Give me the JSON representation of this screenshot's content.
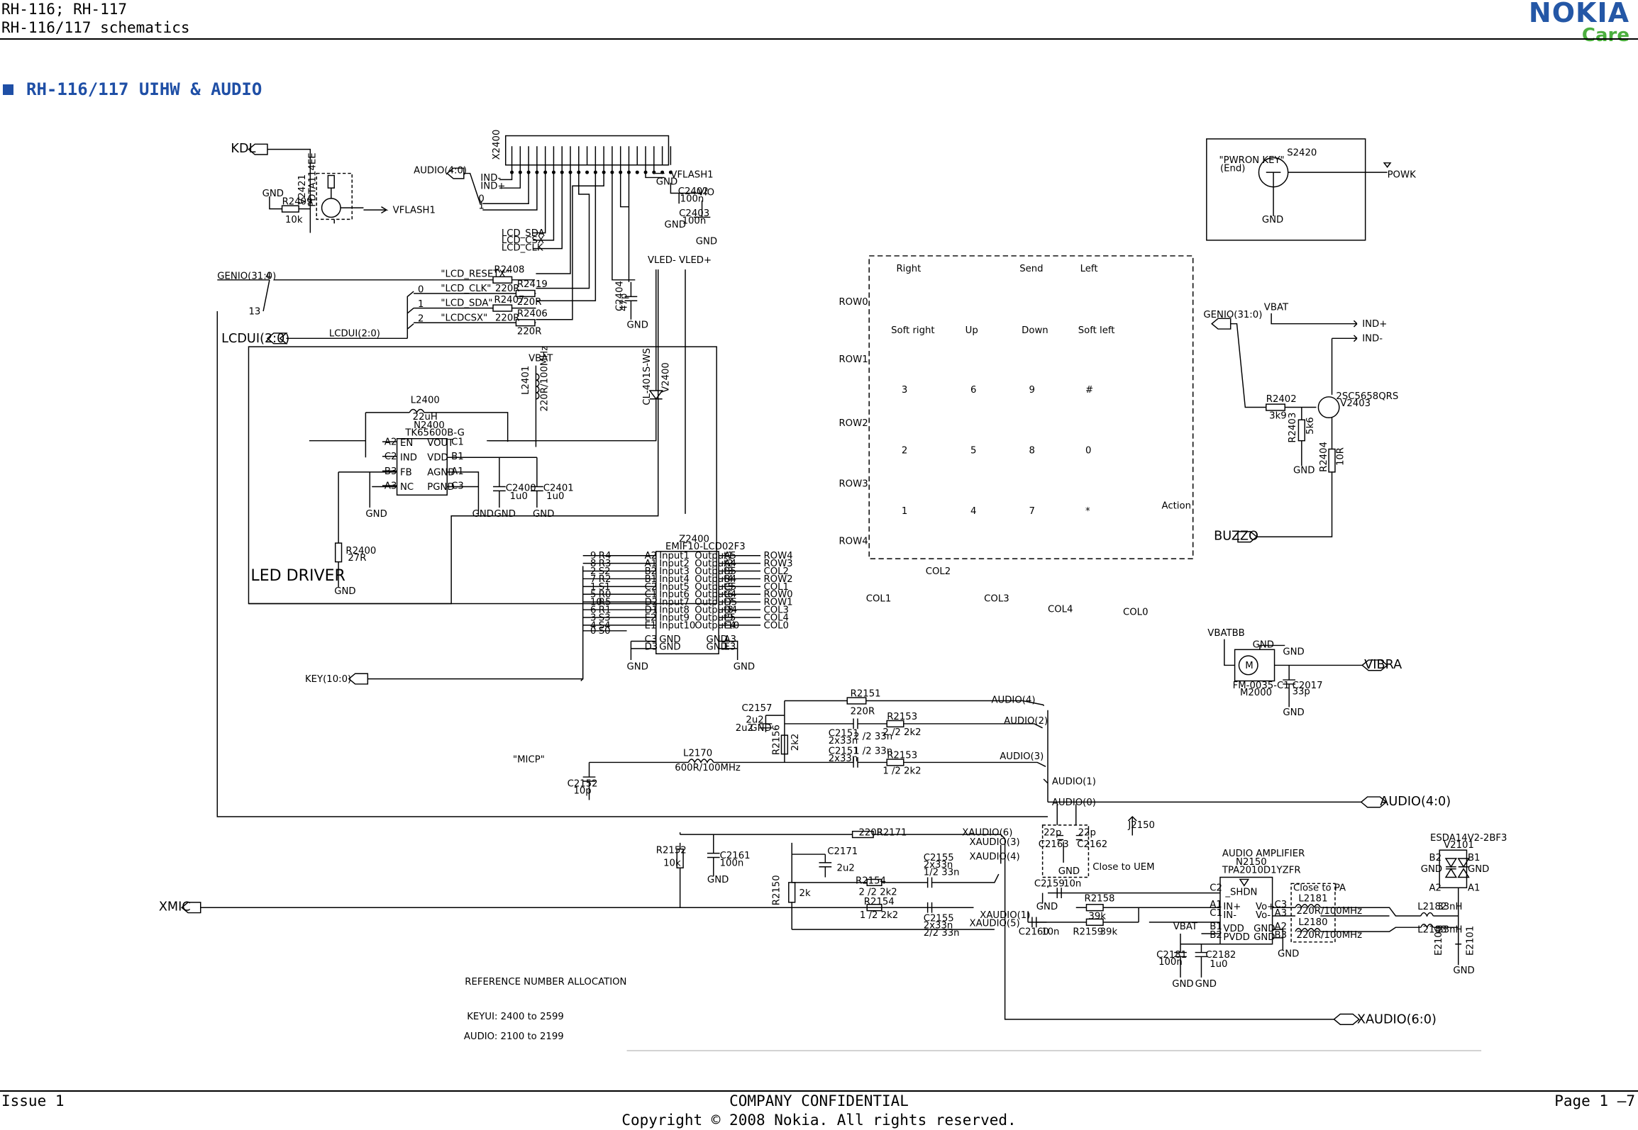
{
  "header": {
    "line1": "RH-116; RH-117",
    "line2": "RH-116/117 schematics",
    "brand": "NOKIA",
    "brand_sub": "Care"
  },
  "section": {
    "title": "RH-116/117 UIHW & AUDIO"
  },
  "footer": {
    "left": "Issue 1",
    "center1": "COMPANY CONFIDENTIAL",
    "center2": "Copyright © 2008 Nokia. All rights reserved.",
    "right": "Page 1 –7"
  },
  "colors": {
    "accent": "#1f4fa6",
    "brand": "#2457a6",
    "care": "#4caf3f"
  },
  "ports": {
    "kdl": "KDL",
    "genio": "GENIO(31:0)",
    "lcdui": "LCDUI(2:0)",
    "key": "KEY(10:0)",
    "xmic": "XMIC",
    "audio_in": "AUDIO(4:0)",
    "audio_out": "AUDIO(4:0)",
    "xaudio": "XAUDIO(6:0)",
    "vibra": "VIBRA",
    "buzzo": "BUZZO",
    "genio2": "GENIO(31:0)",
    "powk": "POWK"
  },
  "lcd": {
    "vflash1a": "VFLASH1",
    "r2409": "R2409",
    "r2409v": "10k",
    "gnd": "GND",
    "v2421": "V2421",
    "v2421p": "PDTA114EE",
    "x2400": "X2400",
    "ind_m": "IND-",
    "ind_p": "IND+",
    "zero": "0",
    "one": "1",
    "vflash1b": "VFLASH1",
    "c2402": "C2402",
    "c2402v": "100n",
    "vio": "VIO",
    "c2403": "C2403",
    "c2403v": "100n",
    "lcd_sda": "LCD_SDA",
    "lcd_csx": "LCD_CSX",
    "lcd_clk": "LCD_CLK",
    "vled": "VLED- VLED+",
    "c2404": "C2404",
    "c2404v": "47p",
    "n_reset": "\"LCD_RESETX\"",
    "n_clk": "\"LCD_CLK\"",
    "n_sda": "\"LCD_SDA\"",
    "n_csx": "\"LCDCSX\"",
    "r2408": "R2408",
    "r2419": "R2419",
    "r2407": "R2407",
    "r2406": "R2406",
    "r220": "220R",
    "lcdui_bus": "LCDUI(2:0)",
    "four": "4",
    "thirteen": "13",
    "two": "2"
  },
  "led": {
    "title": "LED DRIVER",
    "vbat": "VBAT",
    "l2401": "L2401",
    "l2401v": "220R/100MHz",
    "v2400": "V2400",
    "v2400p": "CL-401S-WS",
    "l2400": "L2400",
    "l2400v": "22uH",
    "n2400": "N2400",
    "n2400p": "TK65600B-G",
    "pins_left": [
      "EN",
      "IND",
      "FB",
      "NC"
    ],
    "pins_right": [
      "VOUT",
      "VDD",
      "AGND",
      "PGND"
    ],
    "balls_left": [
      "A2",
      "C2",
      "B3",
      "A3"
    ],
    "balls_right": [
      "C1",
      "B1",
      "A1",
      "C3"
    ],
    "c2400": "C2400",
    "c2400v": "1u0",
    "c2401": "C2401",
    "c2401v": "1u0",
    "r2400": "R2400",
    "r2400v": "27R"
  },
  "emif": {
    "ref": "Z2400",
    "part": "EMIF10-LCD02F3",
    "rows": [
      {
        "n": "9",
        "s": "R4",
        "b": "A2",
        "i": "Input1",
        "o": "Output1",
        "ob": "A5",
        "net": "ROW4"
      },
      {
        "n": "8",
        "s": "R3",
        "b": "A1",
        "i": "Input2",
        "o": "Output2",
        "ob": "A4",
        "net": "ROW3"
      },
      {
        "n": "2",
        "s": "S2",
        "b": "B2",
        "i": "Input3",
        "o": "Output3",
        "ob": "B5",
        "net": "COL2"
      },
      {
        "n": "7",
        "s": "R2",
        "b": "B1",
        "i": "Input4",
        "o": "Output4",
        "ob": "B4",
        "net": "ROW2"
      },
      {
        "n": "1",
        "s": "S1",
        "b": "C2",
        "i": "Input5",
        "o": "Output5",
        "ob": "C5",
        "net": "COL1"
      },
      {
        "n": "5",
        "s": "R0",
        "b": "C1",
        "i": "Input6",
        "o": "Output6",
        "ob": "C4",
        "net": "ROW0"
      },
      {
        "n": "10",
        "s": "R5",
        "b": "D2",
        "i": "Input7",
        "o": "Output7",
        "ob": "D5",
        "net": "ROW1"
      },
      {
        "n": "6",
        "s": "R1",
        "b": "D1",
        "i": "Input8",
        "o": "Output8",
        "ob": "D4",
        "net": "COL3"
      },
      {
        "n": "3",
        "s": "S3",
        "b": "E2",
        "i": "Input9",
        "o": "Output9",
        "ob": "E5",
        "net": "COL4"
      },
      {
        "n": "4",
        "s": "S4",
        "b": "E1",
        "i": "Input10",
        "o": "Output10",
        "ob": "E4",
        "net": "COL0"
      }
    ],
    "extra_s0": "S0",
    "gnd_rows": [
      {
        "b": "C3",
        "t": "GND",
        "ob": "A3"
      },
      {
        "b": "D3",
        "t": "GND",
        "ob": "E3"
      }
    ]
  },
  "keypad": {
    "top": [
      "Right",
      "Send",
      "Left"
    ],
    "soft": [
      "Soft right",
      "Up",
      "Down",
      "Soft left"
    ],
    "r3": [
      "3",
      "6",
      "9",
      "#"
    ],
    "r2": [
      "2",
      "5",
      "8",
      "0"
    ],
    "r1": [
      "1",
      "4",
      "7",
      "*"
    ],
    "action": "Action",
    "rows": [
      "ROW0",
      "ROW1",
      "ROW2",
      "ROW3",
      "ROW4"
    ],
    "cols": [
      "COL2",
      "COL1",
      "COL3",
      "COL4",
      "COL0"
    ]
  },
  "pwr": {
    "key": "\"PWRON KEY\"",
    "end": "(End)",
    "s2420": "S2420",
    "gnd": "GND"
  },
  "buzz": {
    "vbat": "VBAT",
    "indp": "IND+",
    "indm": "IND-",
    "r2402": "R2402",
    "r2402v": "3k9",
    "r2403": "R2403",
    "r2403v": "5k6",
    "r2404": "R2404",
    "r2404v": "10R",
    "tr": "2SC5658QRS",
    "v2403": "V2403"
  },
  "vib": {
    "vbatbb": "VBATBB",
    "m": "M",
    "motor": "FM-0035-C1",
    "m2000": "M2000",
    "c2017": "C2017",
    "c2017v": "33p"
  },
  "mic": {
    "c2157": "C2157",
    "c2157v": "2u2",
    "r2151": "R2151",
    "r2151v": "220R",
    "r2156": "R2156",
    "r2156v": "2k2",
    "c2151": "C2151",
    "c2151v": "2x33n",
    "c2151p2": "2  /2 33n",
    "c2151p1": "1  /2 33n",
    "r2153": "R2153",
    "r2153p2": "2 /2 2k2",
    "r2153p1": "1 /2 2k2",
    "audio4": "AUDIO(4)",
    "audio2": "AUDIO(2)",
    "audio3": "AUDIO(3)",
    "audio1": "AUDIO(1)",
    "audio0": "AUDIO(0)",
    "l2170": "L2170",
    "l2170v": "600R/100MHz",
    "micp": "\"MICP\"",
    "c2152": "C2152",
    "c2152v": "10p",
    "c2163": "C2163",
    "c2162": "C2162",
    "p22": "22p",
    "uem": "Close to UEM",
    "j2150": "J2150"
  },
  "xaud": {
    "r2152": "R2152",
    "r2152v": "10k",
    "c2161": "C2161",
    "c2161v": "100n",
    "r2171": "R2171",
    "r2171v": "220R",
    "c2171": "C2171",
    "c2171v": "2u2",
    "r2150": "R2150",
    "r2150v": "2k",
    "r2154": "R2154",
    "r2154p2": "2 /2 2k2",
    "r2154p1": "1 /2 2k2",
    "c2155": "C2155",
    "c2155v": "2x33n",
    "c2155p1": "1/2 33n",
    "c2155p2": "2/2 33n",
    "xa6": "XAUDIO(6)",
    "xa3": "XAUDIO(3)",
    "xa4": "XAUDIO(4)",
    "xa1": "XAUDIO(1)",
    "xa5": "XAUDIO(5)"
  },
  "amp": {
    "title": "AUDIO AMPLIFIER",
    "n2150": "N2150",
    "part": "TPA2010D1YZFR",
    "shdn": "_SHDN",
    "inp": "IN+",
    "inm": "IN-",
    "vdd": "VDD",
    "pvdd": "PVDD",
    "vop": "Vo+",
    "vom": "Vo-",
    "gnd": "GND",
    "c2": "C2",
    "a1": "A1",
    "c1": "C1",
    "b1": "B1",
    "b2": "B2",
    "c3": "C3",
    "a3": "A3",
    "a2": "A2",
    "b3": "B3",
    "c2159": "C2159",
    "c2159v": "10n",
    "c2160": "C2160",
    "c2160v": "10n",
    "r2158": "R2158",
    "r2159": "R2159",
    "r39k": "39k",
    "vbat": "VBAT",
    "c2181": "C2181",
    "c2181v": "100n",
    "c2182": "C2182",
    "c2182v": "1u0",
    "pa": "Close to PA",
    "l2181": "L2181",
    "l2180": "L2180",
    "lv": "220R/100MHz",
    "l2182": "L2182",
    "l2183": "L2183",
    "l33": "33nH",
    "esd": "ESDA14V2-2BF3",
    "v2101": "V2101",
    "e2100": "E2100",
    "e2101": "E2101"
  },
  "refs": {
    "title": "REFERENCE NUMBER ALLOCATION",
    "keyui": "KEYUI:  2400 to 2599",
    "audio": "AUDIO:  2100 to 2199"
  }
}
